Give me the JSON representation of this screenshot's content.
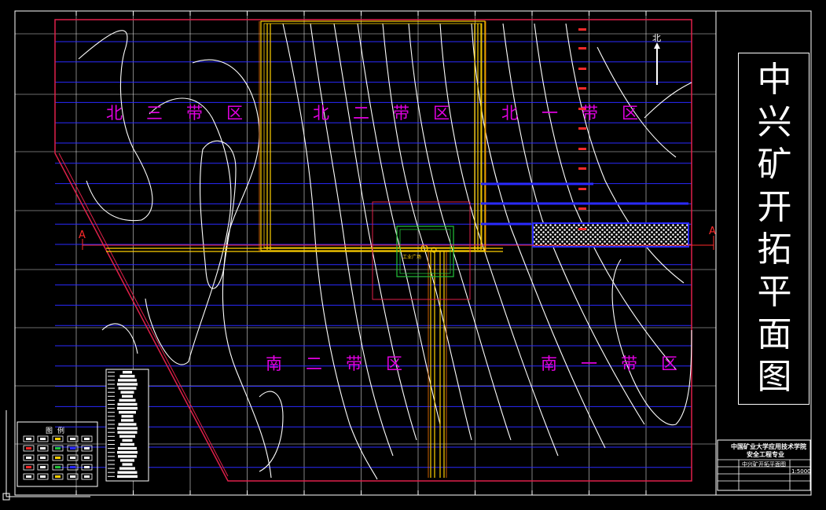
{
  "drawing": {
    "title_chars": [
      "中",
      "兴",
      "矿",
      "开",
      "拓",
      "平",
      "面",
      "图"
    ],
    "north_label": "北",
    "section_label_left": "A",
    "section_label_right": "A",
    "shaft_label": "工业广场"
  },
  "zones": [
    {
      "id": "north3",
      "label": "北三带区"
    },
    {
      "id": "north2",
      "label": "北二带区"
    },
    {
      "id": "north1",
      "label": "北一带区"
    },
    {
      "id": "south2",
      "label": "南二带区"
    },
    {
      "id": "south1",
      "label": "南一带区"
    }
  ],
  "title_block": {
    "university": "中国矿业大学应用技术学院",
    "course": "安全工程专业",
    "drawing_name": "中兴矿开拓平面图",
    "scale": "1:5000"
  },
  "legend": {
    "title": "图例"
  },
  "colors": {
    "background": "#000000",
    "frame": "#ffffff",
    "mine_boundary": "#e0204a",
    "grid_blue": "#2a2aff",
    "grid_white": "#ffffff",
    "roadway_yellow": "#ffd000",
    "zone_label": "#e000e0",
    "contour": "#ffffff",
    "green_yard": "#22c43a"
  }
}
